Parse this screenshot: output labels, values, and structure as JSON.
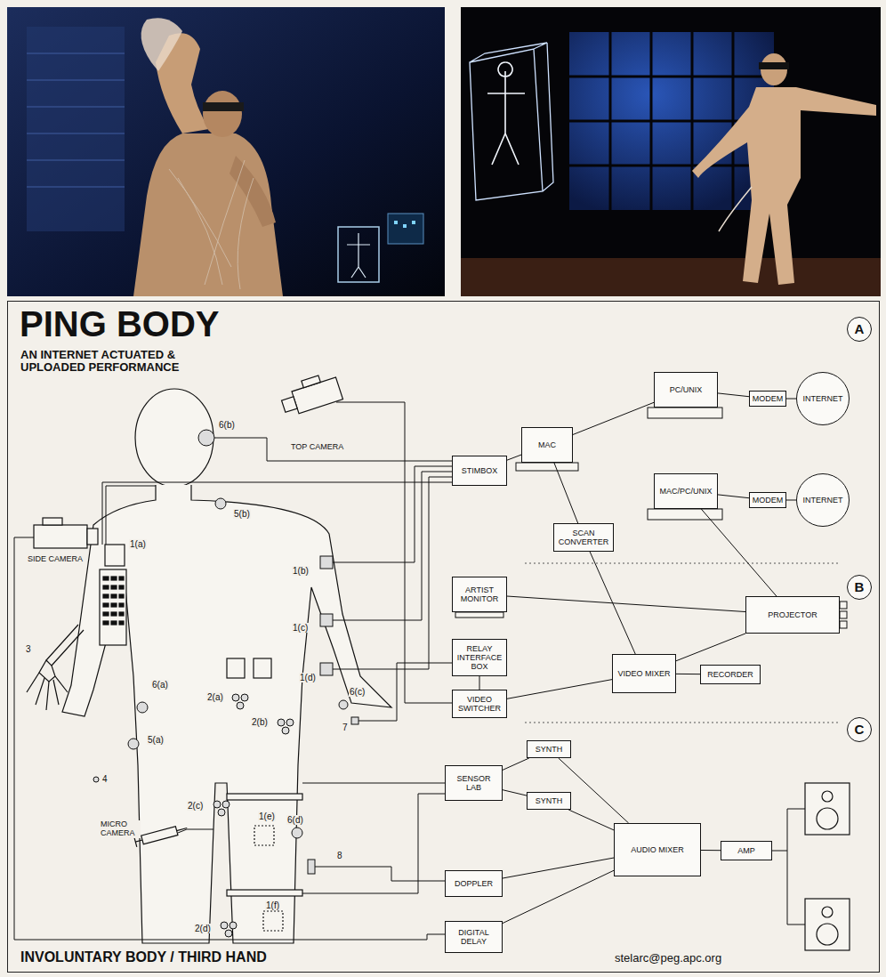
{
  "diagram": {
    "title": "PING BODY",
    "caption": "INVOLUNTARY BODY / THIRD HAND",
    "nodes": [
      {
        "text": [
          "A"
        ]
      },
      {
        "text": [
          "STIMBOX"
        ]
      },
      {
        "text": [
          "MAC"
        ]
      },
      {
        "text": [
          "PC/UNIX"
        ]
      },
      {
        "text": [
          "MODEM"
        ]
      },
      {
        "text": [
          "INTERNET"
        ]
      },
      {
        "text": [
          "MAC/PC/UNIX"
        ]
      },
      {
        "text": [
          "MODEM"
        ]
      },
      {
        "text": [
          "INTERNET"
        ]
      },
      {
        "text": [
          "SCAN CONVERTER"
        ]
      },
      {
        "text": [
          "B"
        ]
      },
      {
        "text": [
          "ARTIST MONITOR"
        ]
      },
      {
        "text": [
          "PROJECTOR"
        ]
      },
      {
        "text": [
          "RELAY INTERFACE BOX"
        ]
      },
      {
        "text": [
          "VIDEO MIXER"
        ]
      },
      {
        "text": [
          "RECORDER"
        ]
      },
      {
        "text": [
          "VIDEO SWITCHER"
        ]
      },
      {
        "text": [
          "C"
        ]
      },
      {
        "text": [
          "SENSOR LAB"
        ]
      },
      {
        "text": [
          "SYNTH"
        ]
      },
      {
        "text": [
          "SYNTH"
        ]
      },
      {
        "text": [
          "AUDIO MIXER"
        ]
      },
      {
        "text": [
          "AMP"
        ]
      },
      {
        "text": [
          "DOPPLER"
        ]
      },
      {
        "text": [
          "DIGITAL DELAY"
        ]
      }
    ],
    "edges": [
      {
        "from": 1,
        "to": 2,
        "arrow": "none"
      },
      {
        "from": 2,
        "to": 3,
        "arrow": "none"
      },
      {
        "from": 3,
        "to": 4,
        "arrow": "none"
      },
      {
        "from": 4,
        "to": 5,
        "arrow": "none"
      },
      {
        "from": 6,
        "to": 7,
        "arrow": "none"
      },
      {
        "from": 7,
        "to": 8,
        "arrow": "none"
      },
      {
        "from": 2,
        "to": 9,
        "arrow": "none"
      },
      {
        "from": 9,
        "to": 14,
        "arrow": "none"
      },
      {
        "from": 6,
        "to": 12,
        "arrow": "none"
      },
      {
        "from": 11,
        "to": 12,
        "arrow": "none"
      },
      {
        "from": 14,
        "to": 12,
        "arrow": "none"
      },
      {
        "from": 14,
        "to": 15,
        "arrow": "none"
      },
      {
        "from": 16,
        "to": 14,
        "arrow": "none"
      },
      {
        "from": 13,
        "to": 16,
        "arrow": "none"
      },
      {
        "from": 18,
        "to": 19,
        "arrow": "none"
      },
      {
        "from": 18,
        "to": 20,
        "arrow": "none"
      },
      {
        "from": 19,
        "to": 21,
        "arrow": "none"
      },
      {
        "from": 20,
        "to": 21,
        "arrow": "none"
      },
      {
        "from": 23,
        "to": 21,
        "arrow": "none"
      },
      {
        "from": 24,
        "to": 21,
        "arrow": "none"
      },
      {
        "from": 21,
        "to": 22,
        "arrow": "none"
      }
    ],
    "labels": [
      "6(b)",
      "5(b)",
      "1(a)",
      "1(b)",
      "1(c)",
      "1(d)",
      "6(c)",
      "3",
      "6(a)",
      "5(a)",
      "2(a)",
      "2(b)",
      "7",
      "4",
      "2(c)",
      "1(e)",
      "6(d)",
      "8",
      "2(d)",
      "1(f)",
      "TOP CAMERA",
      "SIDE CAMERA",
      "MICRO CAMERA",
      "AN INTERNET ACTUATED & UPLOADED PERFORMANCE",
      "stelarc@peg.apc.org"
    ]
  }
}
